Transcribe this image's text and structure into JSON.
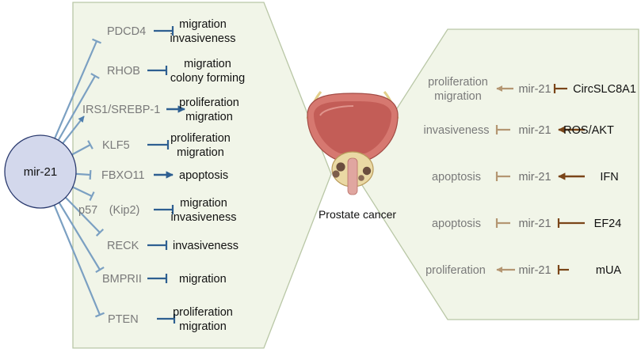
{
  "hub": {
    "label": "mir-21"
  },
  "left_rows": [
    {
      "target": "PDCD4",
      "effect": [
        "migration",
        "invasiveness"
      ],
      "link": "inhibit",
      "arrow": "inhibit"
    },
    {
      "target": "RHOB",
      "effect": [
        "migration",
        "colony forming"
      ],
      "link": "inhibit",
      "arrow": "inhibit"
    },
    {
      "target": "IRS1/SREBP-1",
      "effect": [
        "proliferation",
        "migration"
      ],
      "link": "activate",
      "arrow": "activate"
    },
    {
      "target": "KLF5",
      "effect": [
        "proliferation",
        "migration"
      ],
      "link": "inhibit",
      "arrow": "inhibit"
    },
    {
      "target": "FBXO11",
      "effect": [
        "apoptosis"
      ],
      "link": "inhibit",
      "arrow": "activate"
    },
    {
      "target": "p57　(Kip2)",
      "effect": [
        "migration",
        "invasiveness"
      ],
      "link": "inhibit",
      "arrow": "inhibit"
    },
    {
      "target": "RECK",
      "effect": [
        "invasiveness"
      ],
      "link": "inhibit",
      "arrow": "inhibit"
    },
    {
      "target": "BMPRII",
      "effect": [
        "migration"
      ],
      "link": "inhibit",
      "arrow": "inhibit"
    },
    {
      "target": "PTEN",
      "effect": [
        "proliferation",
        "migration"
      ],
      "link": "inhibit",
      "arrow": "inhibit"
    }
  ],
  "center": {
    "caption": "Prostate cancer"
  },
  "right_rows": [
    {
      "effect": [
        "proliferation",
        "migration"
      ],
      "effect_link": "activate",
      "mirna": "mir-21",
      "upstream": "CircSLC8A1",
      "up_link": "inhibit"
    },
    {
      "effect": [
        "invasiveness"
      ],
      "effect_link": "inhibit",
      "mirna": "mir-21",
      "upstream": "ROS/AKT",
      "up_link": "activate"
    },
    {
      "effect": [
        "apoptosis"
      ],
      "effect_link": "inhibit",
      "mirna": "mir-21",
      "upstream": "IFN",
      "up_link": "activate"
    },
    {
      "effect": [
        "apoptosis"
      ],
      "effect_link": "inhibit",
      "mirna": "mir-21",
      "upstream": "EF24",
      "up_link": "inhibit"
    },
    {
      "effect": [
        "proliferation"
      ],
      "effect_link": "activate",
      "mirna": "mir-21",
      "upstream": "mUA",
      "up_link": "inhibit"
    }
  ],
  "colors": {
    "panel_fill": "#f1f5e8",
    "panel_stroke": "#b9c7a6",
    "hub_fill": "#d3d8ec",
    "hub_stroke": "#2a3a6e",
    "blue_line": "#7ba0c2",
    "blue_arrow": "#2e5f91",
    "tan": "#b49672",
    "brown": "#7a4518",
    "bladder": "#d67870"
  }
}
